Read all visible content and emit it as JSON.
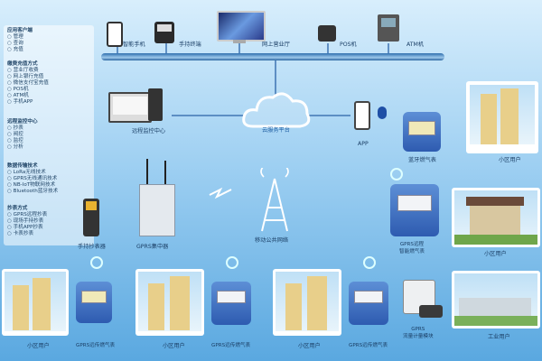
{
  "legend": {
    "sections": [
      {
        "title": "应用客户端",
        "items": [
          "○ 管理",
          "○ 查询",
          "○ 充值"
        ]
      },
      {
        "title": "缴费充值方式",
        "items": [
          "○ 营业厅收费",
          "○ 网上银行充值",
          "○ 微信支付宝充值",
          "○ POS机",
          "○ ATM机",
          "○ 手机APP"
        ]
      },
      {
        "title": "远程监控中心",
        "items": [
          "○ 抄表",
          "○ 阀控",
          "○ 监控",
          "○ 分析"
        ]
      },
      {
        "title": "数据传输技术",
        "items": [
          "○ LoRa无线技术",
          "○ GPRS无线通讯技术",
          "○ NB-IoT物联网技术",
          "○ Bluetooth蓝牙技术"
        ]
      },
      {
        "title": "抄表方式",
        "items": [
          "○ GPRS远程抄表",
          "○ 现场手持抄表",
          "○ 手机APP抄表",
          "○ 卡表抄表"
        ]
      }
    ]
  },
  "top_devices": [
    {
      "label": "智能手机"
    },
    {
      "label": "手持终端"
    },
    {
      "label": "网上营业厅"
    },
    {
      "label": "POS机"
    },
    {
      "label": "ATM机"
    }
  ],
  "center": {
    "monitor_label": "远程监控中心",
    "cloud_label": "云服务平台",
    "app_label": "APP",
    "tower_label": "移动公共网络",
    "handheld_label": "手持抄表器",
    "concentrator_label": "GPRS集中器"
  },
  "right_items": [
    {
      "label": "蓝牙燃气表"
    },
    {
      "label": "GPRS远程\n智能燃气表"
    }
  ],
  "bottom_items": [
    {
      "label": "小区用户"
    },
    {
      "label": "GPRS远传燃气表"
    },
    {
      "label": "小区用户"
    },
    {
      "label": "GPRS远传燃气表"
    },
    {
      "label": "小区用户"
    },
    {
      "label": "GPRS远传燃气表"
    },
    {
      "label": "GPRS\n流量计量模块"
    },
    {
      "label": "工业用户"
    }
  ],
  "colors": {
    "line": "#2a63a8",
    "bus": "#2f6fae",
    "cloud": "#ffffff",
    "accent": "#1b3f66"
  }
}
